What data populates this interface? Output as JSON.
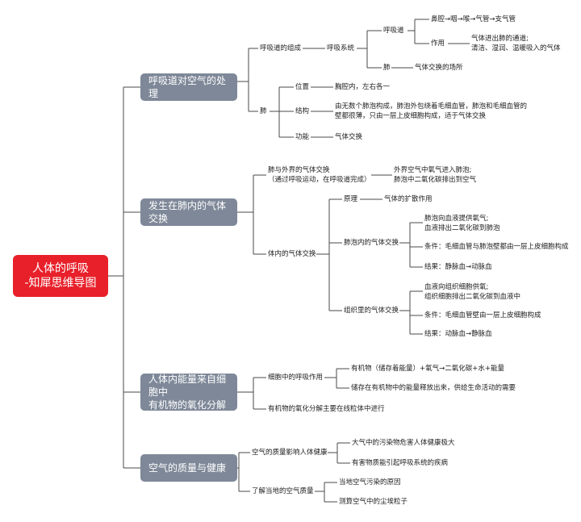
{
  "root": {
    "line1": "人体的呼吸",
    "line2": "-知犀思维导图"
  },
  "topics": {
    "t1": {
      "label": "呼吸道对空气的处理"
    },
    "t2": {
      "label": "发生在肺内的气体交换"
    },
    "t3": {
      "line1": "人体内能量来自细胞中",
      "line2": "有机物的氧化分解"
    },
    "t4": {
      "label": "空气的质量与健康"
    }
  },
  "branch1": {
    "composition": "呼吸道的组成",
    "system": "呼吸系统",
    "tract": "呼吸道",
    "tract_path": "鼻腔→咽→喉→气管→支气管",
    "function": "作用",
    "function_l1": "气体进出肺的通道;",
    "function_l2": "清洁、湿润、温暖吸入的气体",
    "lung_small": "肺",
    "lung_site": "气体交换的场所",
    "lung": "肺",
    "position": "位置",
    "position_val": "胸腔内，左右各一",
    "structure": "结构",
    "structure_l1": "由无数个肺泡构成，肺泡外包绕着毛细血管，肺泡和毛细血管的",
    "structure_l2": "壁都很薄，只由一层上皮细胞构成，适于气体交换",
    "role": "功能",
    "role_val": "气体交换"
  },
  "branch2": {
    "outside_l1": "肺与外界的气体交换",
    "outside_l2": "（通过呼吸运动，在呼吸道完成）",
    "outside_r1": "外界空气中氧气进入肺泡;",
    "outside_r2": "肺泡中二氧化碳排出到空气",
    "internal": "体内的气体交换",
    "principle": "原理",
    "principle_val": "气体的扩散作用",
    "alveoli": "肺泡内的气体交换",
    "alveoli_a1": "肺泡向血液提供氧气;",
    "alveoli_a2": "血液排出二氧化碳到肺泡",
    "alveoli_cond": "条件：毛细血管与肺泡壁都由一层上皮细胞构成",
    "alveoli_res": "结果：静脉血→动脉血",
    "tissue": "组织里的气体交换",
    "tissue_a1": "血液向组织细胞供氧;",
    "tissue_a2": "组织细胞排出二氧化碳到血液中",
    "tissue_cond": "条件：毛细血管壁由一层上皮细胞构成",
    "tissue_res": "结果：动脉血→静脉血"
  },
  "branch3": {
    "cell_resp": "细胞中的呼吸作用",
    "equation": "有机物（储存着能量）+氧气→二氧化碳+水+能量",
    "energy_use": "储存在有机物中的能量释放出来，供给生命活动的需要",
    "mitochondria": "有机物的氧化分解主要在线粒体中进行"
  },
  "branch4": {
    "quality": "空气的质量影响人体健康",
    "pollution_harm": "大气中的污染物危害人体健康极大",
    "disease": "有害物质能引起呼吸系统的疾病",
    "local": "了解当地的空气质量",
    "cause": "当地空气污染的原因",
    "dust": "测算空气中的尘埃粒子"
  }
}
